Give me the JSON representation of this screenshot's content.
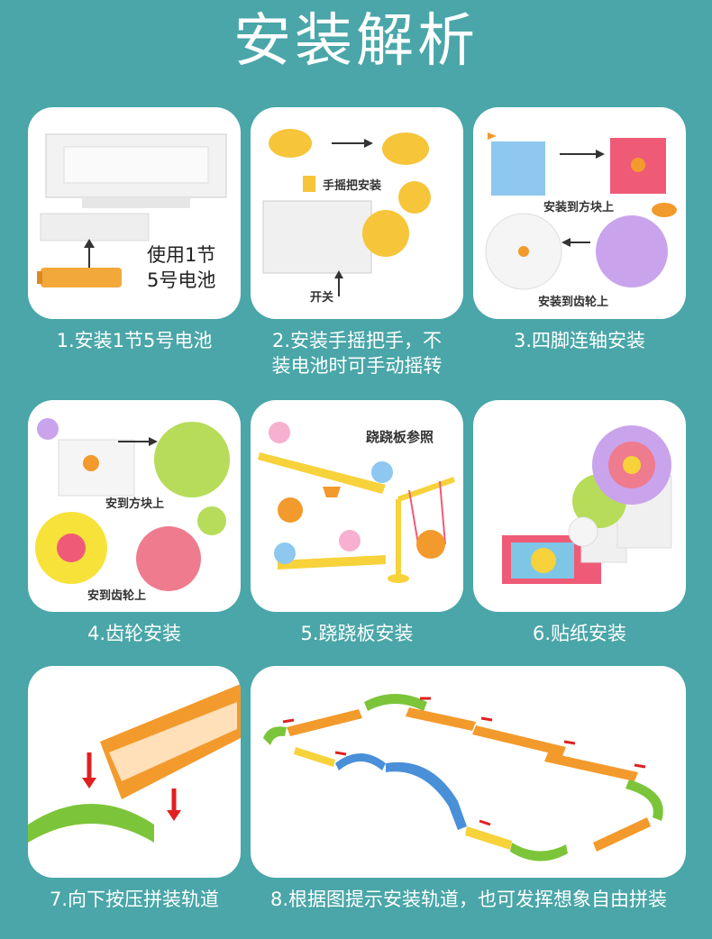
{
  "page_title": "安装解析",
  "steps": [
    {
      "caption": "1.安装1节5号电池",
      "labels": {
        "battery_note_line1": "使用1节",
        "battery_note_line2": "5号电池"
      }
    },
    {
      "caption_line1": "2.安装手摇把手，不",
      "caption_line2": "装电池时可手动摇转",
      "labels": {
        "crank": "手摇把安装",
        "switch": "开关"
      }
    },
    {
      "caption": "3.四脚连轴安装",
      "labels": {
        "to_block": "安装到方块上",
        "to_gear": "安装到齿轮上"
      }
    },
    {
      "caption": "4.齿轮安装",
      "labels": {
        "to_block": "安到方块上",
        "to_gear": "安到齿轮上"
      }
    },
    {
      "caption": "5.跷跷板安装",
      "labels": {
        "reference": "跷跷板参照"
      }
    },
    {
      "caption": "6.贴纸安装"
    },
    {
      "caption": "7.向下按压拼装轨道"
    },
    {
      "caption": "8.根据图提示安装轨道，也可发挥想象自由拼装"
    }
  ],
  "colors": {
    "background": "#4aa6a8",
    "card": "#ffffff",
    "orange": "#f39a2c",
    "green": "#7cc53a",
    "blue": "#4a90d9",
    "yellow": "#f7d23a",
    "pink": "#ef5b77",
    "purple": "#b98ee0",
    "red_arrow": "#e02020"
  }
}
